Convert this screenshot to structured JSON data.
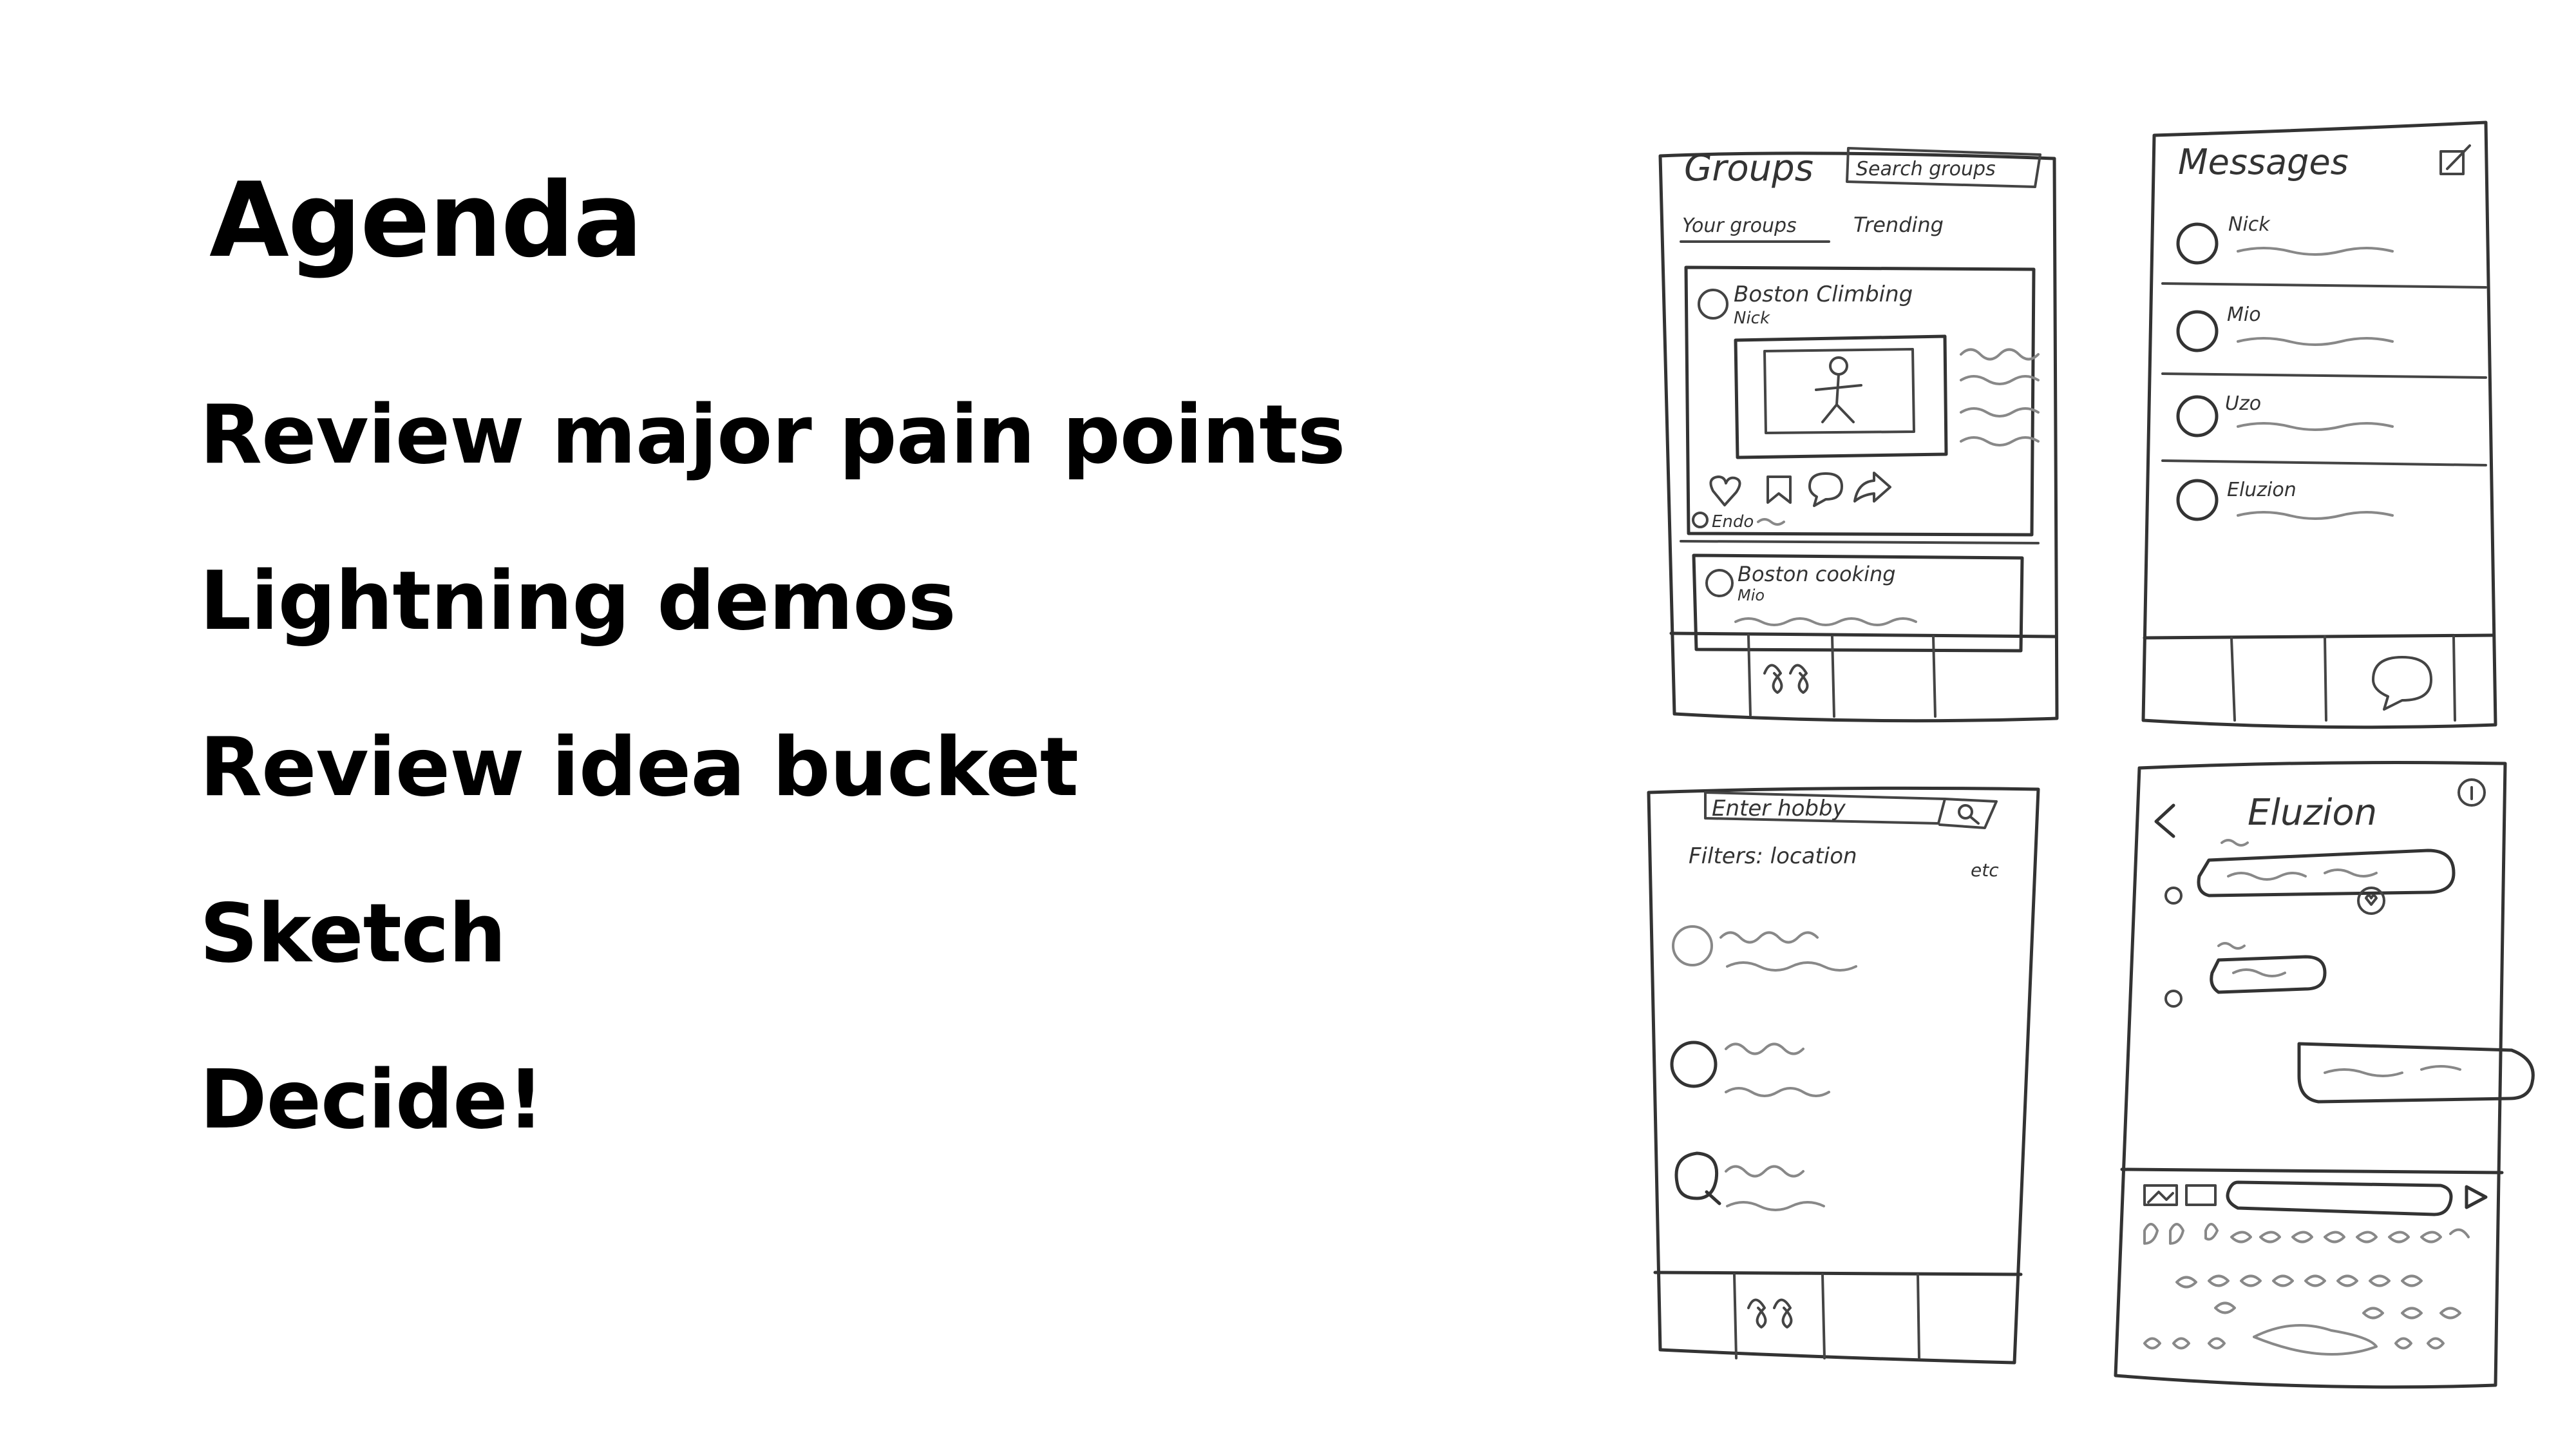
{
  "slide": {
    "title": "Agenda",
    "agenda_items": [
      "Review major pain points",
      "Lightning demos",
      "Review idea bucket",
      "Sketch",
      "Decide!"
    ]
  },
  "sketches": {
    "groups": {
      "title": "Groups",
      "search": "Search groups",
      "tabs": [
        "Your groups",
        "Trending"
      ],
      "post1_title": "Boston Climbing",
      "post1_author": "Nick",
      "post1_footer": "Endo",
      "post2_title": "Boston cooking",
      "post2_author": "Mio"
    },
    "messages": {
      "title": "Messages",
      "contacts": [
        "Nick",
        "Mio",
        "Uzo",
        "Eluzion"
      ]
    },
    "search": {
      "input": "Enter hobby",
      "filters": "Filters: location",
      "filters_etc": "etc"
    },
    "chat": {
      "name": "Eluzion"
    }
  }
}
